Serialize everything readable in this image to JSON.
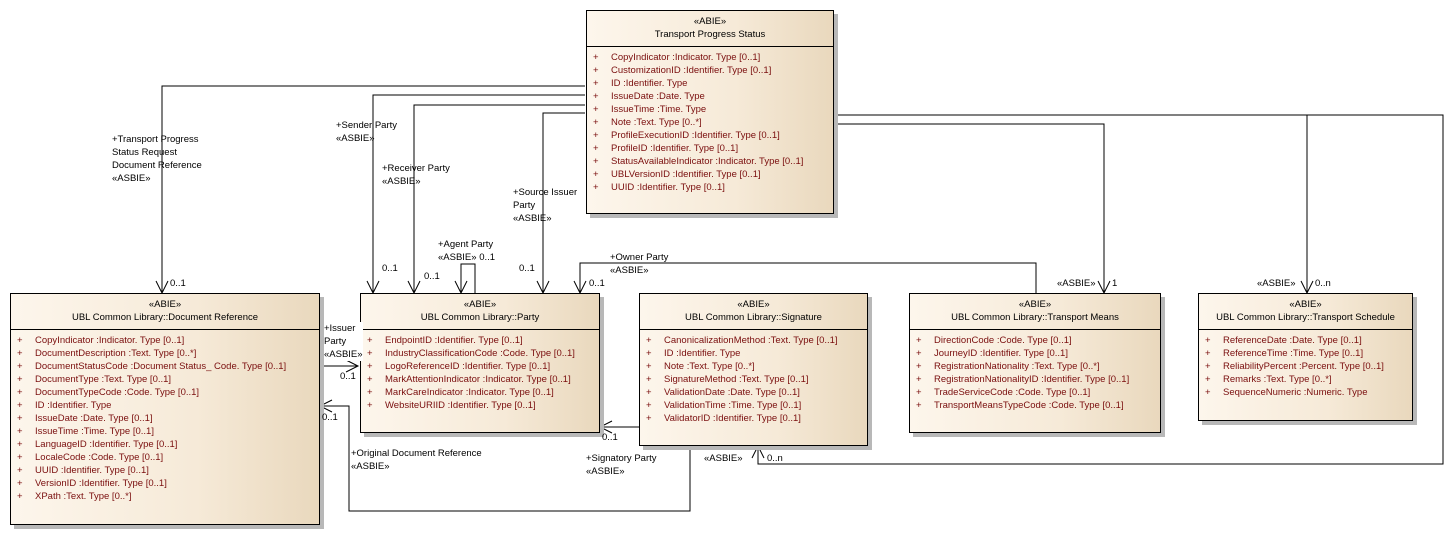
{
  "classes": {
    "tps": {
      "stereotype": "«ABIE»",
      "name": "Transport Progress Status",
      "attributes": [
        {
          "vis": "+",
          "text": "CopyIndicator  :Indicator. Type [0..1]"
        },
        {
          "vis": "+",
          "text": "CustomizationID  :Identifier. Type [0..1]"
        },
        {
          "vis": "+",
          "text": "ID  :Identifier. Type"
        },
        {
          "vis": "+",
          "text": "IssueDate  :Date. Type"
        },
        {
          "vis": "+",
          "text": "IssueTime  :Time. Type"
        },
        {
          "vis": "+",
          "text": "Note  :Text. Type [0..*]"
        },
        {
          "vis": "+",
          "text": "ProfileExecutionID  :Identifier. Type [0..1]"
        },
        {
          "vis": "+",
          "text": "ProfileID  :Identifier. Type [0..1]"
        },
        {
          "vis": "+",
          "text": "StatusAvailableIndicator  :Indicator. Type [0..1]"
        },
        {
          "vis": "+",
          "text": "UBLVersionID  :Identifier. Type [0..1]"
        },
        {
          "vis": "+",
          "text": "UUID  :Identifier. Type [0..1]"
        }
      ]
    },
    "docref": {
      "stereotype": "«ABIE»",
      "name": "UBL Common Library::Document Reference",
      "attributes": [
        {
          "vis": "+",
          "text": "CopyIndicator  :Indicator. Type [0..1]"
        },
        {
          "vis": "+",
          "text": "DocumentDescription  :Text. Type [0..*]"
        },
        {
          "vis": "+",
          "text": "DocumentStatusCode  :Document Status_ Code. Type [0..1]"
        },
        {
          "vis": "+",
          "text": "DocumentType  :Text. Type [0..1]"
        },
        {
          "vis": "+",
          "text": "DocumentTypeCode  :Code. Type [0..1]"
        },
        {
          "vis": "+",
          "text": "ID  :Identifier. Type"
        },
        {
          "vis": "+",
          "text": "IssueDate  :Date. Type [0..1]"
        },
        {
          "vis": "+",
          "text": "IssueTime  :Time. Type [0..1]"
        },
        {
          "vis": "+",
          "text": "LanguageID  :Identifier. Type [0..1]"
        },
        {
          "vis": "+",
          "text": "LocaleCode  :Code. Type [0..1]"
        },
        {
          "vis": "+",
          "text": "UUID  :Identifier. Type [0..1]"
        },
        {
          "vis": "+",
          "text": "VersionID  :Identifier. Type [0..1]"
        },
        {
          "vis": "+",
          "text": "XPath  :Text. Type [0..*]"
        }
      ]
    },
    "party": {
      "stereotype": "«ABIE»",
      "name": "UBL Common Library::Party",
      "attributes": [
        {
          "vis": "+",
          "text": "EndpointID  :Identifier. Type [0..1]"
        },
        {
          "vis": "+",
          "text": "IndustryClassificationCode  :Code. Type [0..1]"
        },
        {
          "vis": "+",
          "text": "LogoReferenceID  :Identifier. Type [0..1]"
        },
        {
          "vis": "+",
          "text": "MarkAttentionIndicator  :Indicator. Type [0..1]"
        },
        {
          "vis": "+",
          "text": "MarkCareIndicator  :Indicator. Type [0..1]"
        },
        {
          "vis": "+",
          "text": "WebsiteURIID  :Identifier. Type [0..1]"
        }
      ]
    },
    "signature": {
      "stereotype": "«ABIE»",
      "name": "UBL Common Library::Signature",
      "attributes": [
        {
          "vis": "+",
          "text": "CanonicalizationMethod  :Text. Type [0..1]"
        },
        {
          "vis": "+",
          "text": "ID  :Identifier. Type"
        },
        {
          "vis": "+",
          "text": "Note  :Text. Type [0..*]"
        },
        {
          "vis": "+",
          "text": "SignatureMethod  :Text. Type [0..1]"
        },
        {
          "vis": "+",
          "text": "ValidationDate  :Date. Type [0..1]"
        },
        {
          "vis": "+",
          "text": "ValidationTime  :Time. Type [0..1]"
        },
        {
          "vis": "+",
          "text": "ValidatorID  :Identifier. Type [0..1]"
        }
      ]
    },
    "tmeans": {
      "stereotype": "«ABIE»",
      "name": "UBL Common Library::Transport Means",
      "attributes": [
        {
          "vis": "+",
          "text": "DirectionCode  :Code. Type [0..1]"
        },
        {
          "vis": "+",
          "text": "JourneyID  :Identifier. Type [0..1]"
        },
        {
          "vis": "+",
          "text": "RegistrationNationality  :Text. Type [0..*]"
        },
        {
          "vis": "+",
          "text": "RegistrationNationalityID  :Identifier. Type [0..1]"
        },
        {
          "vis": "+",
          "text": "TradeServiceCode  :Code. Type [0..1]"
        },
        {
          "vis": "+",
          "text": "TransportMeansTypeCode  :Code. Type [0..1]"
        }
      ]
    },
    "tsched": {
      "stereotype": "«ABIE»",
      "name": "UBL Common Library::Transport Schedule",
      "attributes": [
        {
          "vis": "+",
          "text": "ReferenceDate  :Date. Type [0..1]"
        },
        {
          "vis": "+",
          "text": "ReferenceTime  :Time. Type [0..1]"
        },
        {
          "vis": "+",
          "text": "ReliabilityPercent  :Percent. Type [0..1]"
        },
        {
          "vis": "+",
          "text": "Remarks  :Text. Type [0..*]"
        },
        {
          "vis": "+",
          "text": "SequenceNumeric  :Numeric. Type"
        }
      ]
    }
  },
  "associations": {
    "tpsr_docref": {
      "role": "+Transport Progress\nStatus Request\nDocument Reference\n«ASBIE»",
      "mult": "0..1"
    },
    "sender": {
      "role": "+Sender Party\n«ASBIE»",
      "mult": "0..1"
    },
    "receiver": {
      "role": "+Receiver Party\n«ASBIE»",
      "mult": "0..1"
    },
    "source_issuer": {
      "role": "+Source Issuer\nParty\n«ASBIE»",
      "mult": "0..1"
    },
    "agent": {
      "role": "+Agent Party\n«ASBIE» 0..1"
    },
    "owner": {
      "role": "+Owner Party\n«ASBIE»",
      "mult": "0..1"
    },
    "issuer": {
      "role": "+Issuer\nParty\n«ASBIE»",
      "mult": "0..1"
    },
    "original_docref": {
      "role": "+Original Document Reference\n«ASBIE»",
      "mult": "0..1"
    },
    "signatory": {
      "role": "+Signatory Party\n«ASBIE»",
      "mult": "0..1"
    },
    "signature_assoc": {
      "role": "«ASBIE»",
      "mult": "0..n"
    },
    "transport_means": {
      "role": "«ASBIE»",
      "mult": "1"
    },
    "transport_schedule": {
      "role": "«ASBIE»",
      "mult": "0..n"
    }
  }
}
